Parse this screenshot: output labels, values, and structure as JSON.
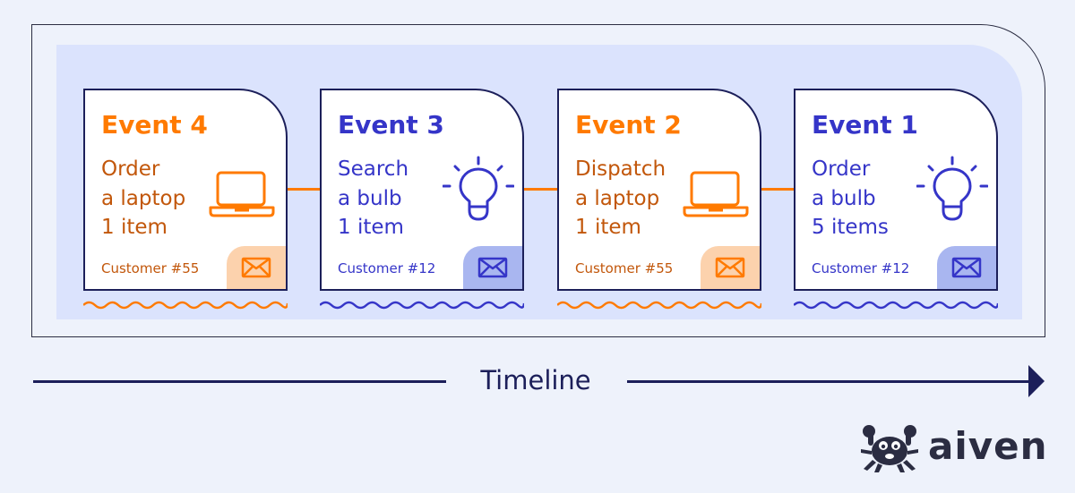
{
  "events": [
    {
      "title": "Event 4",
      "lines": [
        "Order",
        "a laptop",
        "1 item"
      ],
      "customer": "Customer #55",
      "icon": "laptop-icon",
      "color": "orange"
    },
    {
      "title": "Event 3",
      "lines": [
        "Search",
        "a bulb",
        "1 item"
      ],
      "customer": "Customer #12",
      "icon": "lightbulb-icon",
      "color": "blue"
    },
    {
      "title": "Event 2",
      "lines": [
        "Dispatch",
        "a laptop",
        "1 item"
      ],
      "customer": "Customer #55",
      "icon": "laptop-icon",
      "color": "orange"
    },
    {
      "title": "Event 1",
      "lines": [
        "Order",
        "a bulb",
        "5 items"
      ],
      "customer": "Customer #12",
      "icon": "lightbulb-icon",
      "color": "blue"
    }
  ],
  "timeline": {
    "label": "Timeline"
  },
  "logo": {
    "text": "aiven"
  },
  "colors": {
    "orange": "#ff7a00",
    "blue": "#3535c8",
    "navy": "#1c1f5a",
    "band": "#dbe3fd",
    "background": "#eef2fb"
  }
}
